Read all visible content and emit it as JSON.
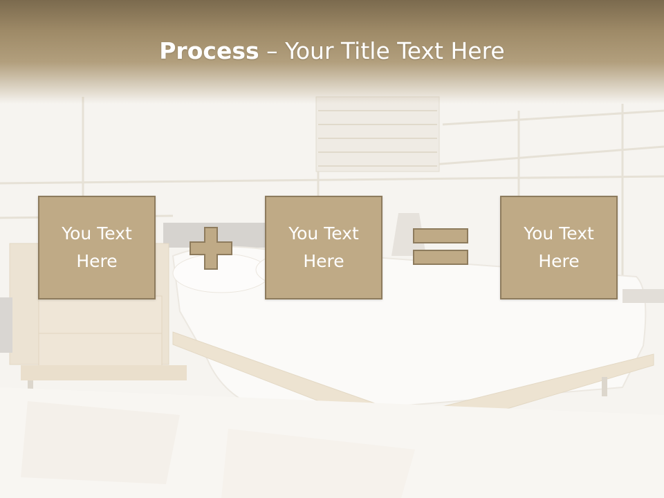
{
  "slide": {
    "title_bold": "Process",
    "title_rest": " – Your Title Text Here",
    "boxes": [
      {
        "label": "You Text Here"
      },
      {
        "label": "You Text Here"
      },
      {
        "label": "You Text Here"
      }
    ],
    "operators": [
      "plus-icon",
      "equals-icon"
    ]
  },
  "colors": {
    "header": "#9e8a67",
    "box_fill": "#bfaa86",
    "box_border": "#8d7b5d",
    "title_text": "#ffffff"
  }
}
